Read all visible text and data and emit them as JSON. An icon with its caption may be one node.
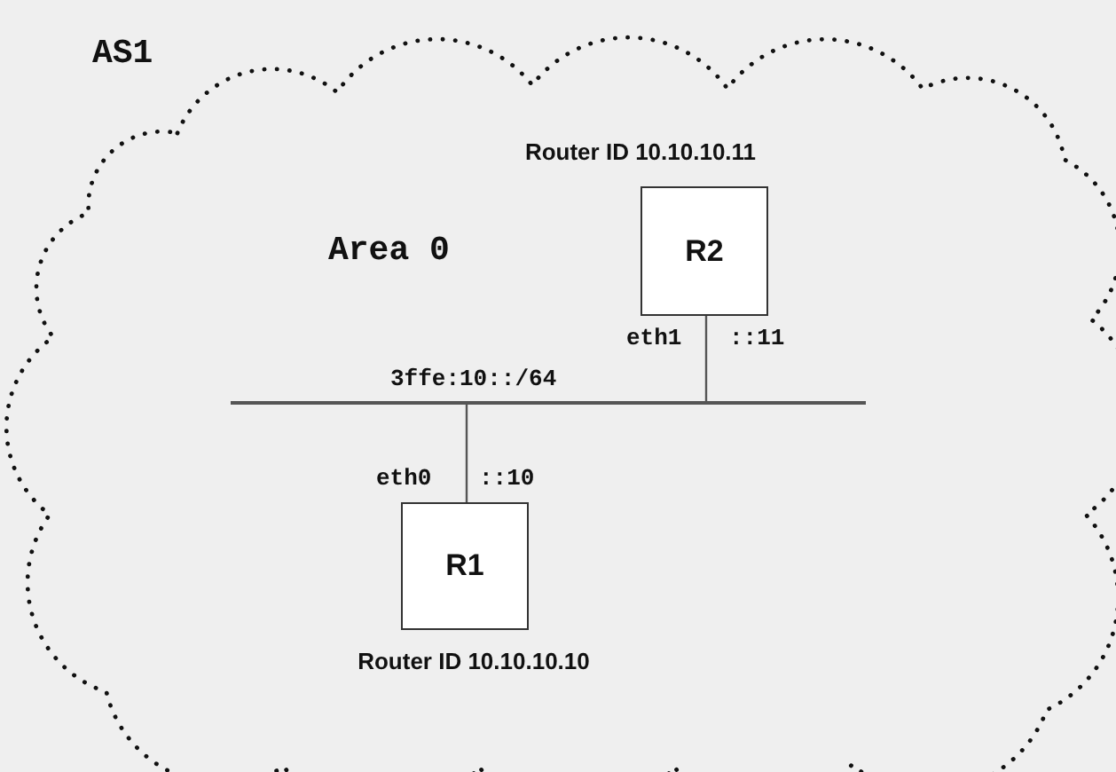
{
  "diagram": {
    "nodes": [
      {
        "text": [
          "AS1"
        ]
      },
      {
        "text": [
          "R2"
        ],
        "beside": [
          "Router ID 10.10.10.11"
        ],
        "in": 0
      },
      {
        "text": [],
        "shape": "bar",
        "in": 0
      },
      {
        "text": [
          "R1"
        ],
        "beside": [
          "Router ID 10.10.10.10"
        ],
        "in": 0
      }
    ],
    "edges": [
      {
        "from": 1,
        "to": 2,
        "arrow": "none"
      },
      {
        "from": 2,
        "to": 3,
        "arrow": "none"
      }
    ],
    "labels": [
      "Area 0",
      "eth1",
      "::11",
      "3ffe:10::/64",
      "eth0",
      "::10"
    ]
  }
}
